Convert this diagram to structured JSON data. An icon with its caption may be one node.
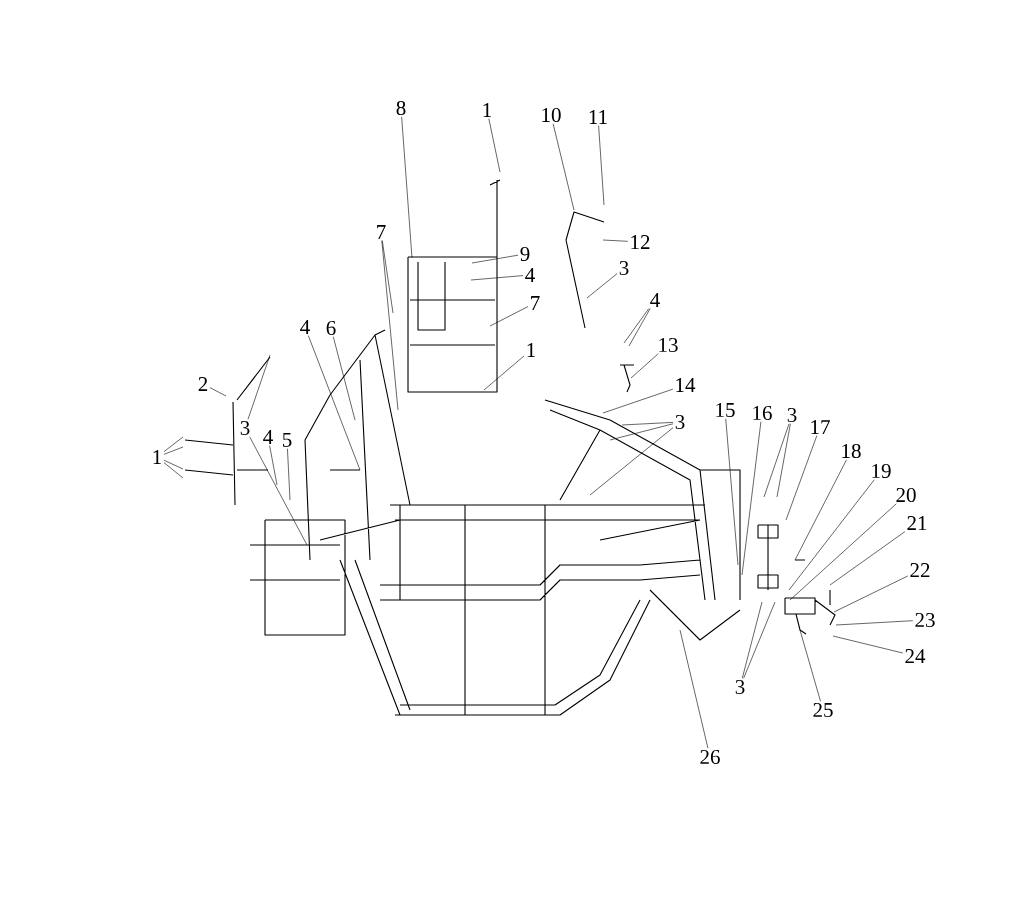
{
  "diagram": {
    "nodes": [
      {
        "text": [
          "8"
        ]
      },
      {
        "text": [
          "1"
        ]
      },
      {
        "text": [
          "10"
        ]
      },
      {
        "text": [
          "11"
        ]
      },
      {
        "text": [
          "7"
        ]
      },
      {
        "text": [
          "9"
        ]
      },
      {
        "text": [
          "12"
        ]
      },
      {
        "text": [
          "4"
        ]
      },
      {
        "text": [
          "3"
        ]
      },
      {
        "text": [
          "7"
        ]
      },
      {
        "text": [
          "4"
        ]
      },
      {
        "text": [
          "1"
        ]
      },
      {
        "text": [
          "2"
        ]
      },
      {
        "text": [
          "13"
        ]
      },
      {
        "text": [
          "4"
        ]
      },
      {
        "text": [
          "6"
        ]
      },
      {
        "text": [
          "14"
        ]
      },
      {
        "text": [
          "1"
        ]
      },
      {
        "text": [
          "3"
        ]
      },
      {
        "text": [
          "4"
        ]
      },
      {
        "text": [
          "5"
        ]
      },
      {
        "text": [
          "15"
        ]
      },
      {
        "text": [
          "16"
        ]
      },
      {
        "text": [
          "3"
        ]
      },
      {
        "text": [
          "3"
        ]
      },
      {
        "text": [
          "17"
        ]
      },
      {
        "text": [
          "18"
        ]
      },
      {
        "text": [
          "19"
        ]
      },
      {
        "text": [
          "20"
        ]
      },
      {
        "text": [
          "21"
        ]
      },
      {
        "text": [
          "22"
        ]
      },
      {
        "text": [
          "23"
        ]
      },
      {
        "text": [
          "24"
        ]
      },
      {
        "text": [
          "3"
        ]
      },
      {
        "text": [
          "25"
        ]
      },
      {
        "text": [
          "26"
        ]
      }
    ],
    "edges": [
      {
        "from": 0,
        "to": null,
        "arrow": "none"
      },
      {
        "from": 1,
        "to": null,
        "arrow": "none"
      },
      {
        "from": 2,
        "to": null,
        "arrow": "none"
      },
      {
        "from": 3,
        "to": null,
        "arrow": "none"
      },
      {
        "from": 4,
        "to": null,
        "arrow": "none"
      },
      {
        "from": 4,
        "to": null,
        "arrow": "none"
      },
      {
        "from": 5,
        "to": null,
        "arrow": "none"
      },
      {
        "from": 6,
        "to": null,
        "arrow": "none"
      },
      {
        "from": 7,
        "to": null,
        "arrow": "none"
      },
      {
        "from": 8,
        "to": null,
        "arrow": "none"
      },
      {
        "from": 9,
        "to": null,
        "arrow": "none"
      },
      {
        "from": 10,
        "to": null,
        "arrow": "none"
      },
      {
        "from": 10,
        "to": null,
        "arrow": "none"
      },
      {
        "from": 11,
        "to": null,
        "arrow": "none"
      },
      {
        "from": 12,
        "to": null,
        "arrow": "none"
      },
      {
        "from": 13,
        "to": null,
        "arrow": "none"
      },
      {
        "from": 14,
        "to": null,
        "arrow": "none"
      },
      {
        "from": 15,
        "to": null,
        "arrow": "none"
      },
      {
        "from": 16,
        "to": null,
        "arrow": "none"
      },
      {
        "from": 17,
        "to": null,
        "arrow": "none"
      },
      {
        "from": 17,
        "to": null,
        "arrow": "none"
      },
      {
        "from": 17,
        "to": null,
        "arrow": "none"
      },
      {
        "from": 17,
        "to": null,
        "arrow": "none"
      },
      {
        "from": 18,
        "to": null,
        "arrow": "none"
      },
      {
        "from": 18,
        "to": null,
        "arrow": "none"
      },
      {
        "from": 19,
        "to": null,
        "arrow": "none"
      },
      {
        "from": 20,
        "to": null,
        "arrow": "none"
      },
      {
        "from": 21,
        "to": null,
        "arrow": "none"
      },
      {
        "from": 22,
        "to": null,
        "arrow": "none"
      },
      {
        "from": 23,
        "to": null,
        "arrow": "none"
      },
      {
        "from": 23,
        "to": null,
        "arrow": "none"
      },
      {
        "from": 23,
        "to": null,
        "arrow": "none"
      },
      {
        "from": 24,
        "to": null,
        "arrow": "none"
      },
      {
        "from": 24,
        "to": null,
        "arrow": "none"
      },
      {
        "from": 25,
        "to": null,
        "arrow": "none"
      },
      {
        "from": 26,
        "to": null,
        "arrow": "none"
      },
      {
        "from": 27,
        "to": null,
        "arrow": "none"
      },
      {
        "from": 28,
        "to": null,
        "arrow": "none"
      },
      {
        "from": 29,
        "to": null,
        "arrow": "none"
      },
      {
        "from": 30,
        "to": null,
        "arrow": "none"
      },
      {
        "from": 31,
        "to": null,
        "arrow": "none"
      },
      {
        "from": 32,
        "to": null,
        "arrow": "none"
      },
      {
        "from": 33,
        "to": null,
        "arrow": "none"
      },
      {
        "from": 33,
        "to": null,
        "arrow": "none"
      },
      {
        "from": 34,
        "to": null,
        "arrow": "none"
      },
      {
        "from": 35,
        "to": null,
        "arrow": "none"
      }
    ]
  }
}
